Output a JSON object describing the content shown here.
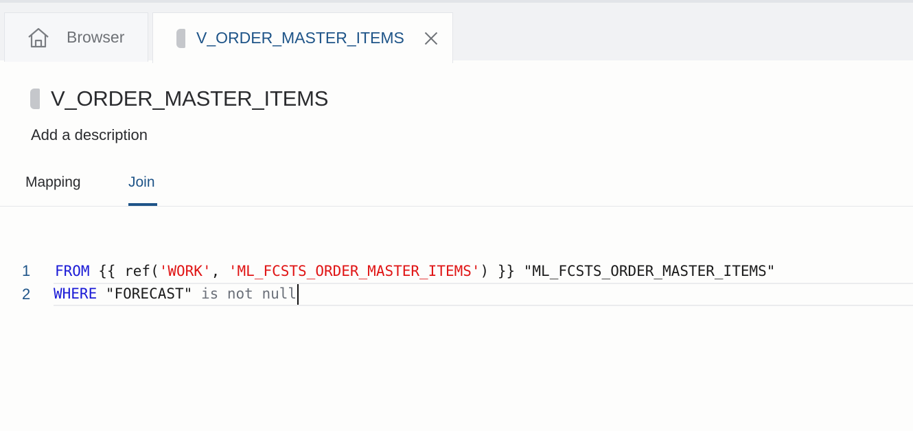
{
  "tabs": {
    "browser": {
      "label": "Browser",
      "icon": "home-icon"
    },
    "active": {
      "label": "V_ORDER_MASTER_ITEMS",
      "icon": "view-object-icon",
      "close_icon": "close-icon"
    }
  },
  "header": {
    "title": "V_ORDER_MASTER_ITEMS",
    "description_placeholder": "Add a description"
  },
  "subtabs": {
    "mapping": "Mapping",
    "join": "Join",
    "selected": "Join"
  },
  "editor": {
    "lines": [
      {
        "number": "1",
        "tokens": {
          "kw": "FROM",
          "t1": " {{ ref(",
          "s1": "'WORK'",
          "t2": ", ",
          "s2": "'ML_FCSTS_ORDER_MASTER_ITEMS'",
          "t3": ") }} \"ML_FCSTS_ORDER_MASTER_ITEMS\""
        }
      },
      {
        "number": "2",
        "tokens": {
          "kw": "WHERE",
          "t1": " \"FORECAST\" ",
          "m1": "is not null"
        }
      }
    ]
  },
  "colors": {
    "accent": "#1e5488",
    "keyword": "#1a1ad6",
    "string": "#e01414"
  }
}
